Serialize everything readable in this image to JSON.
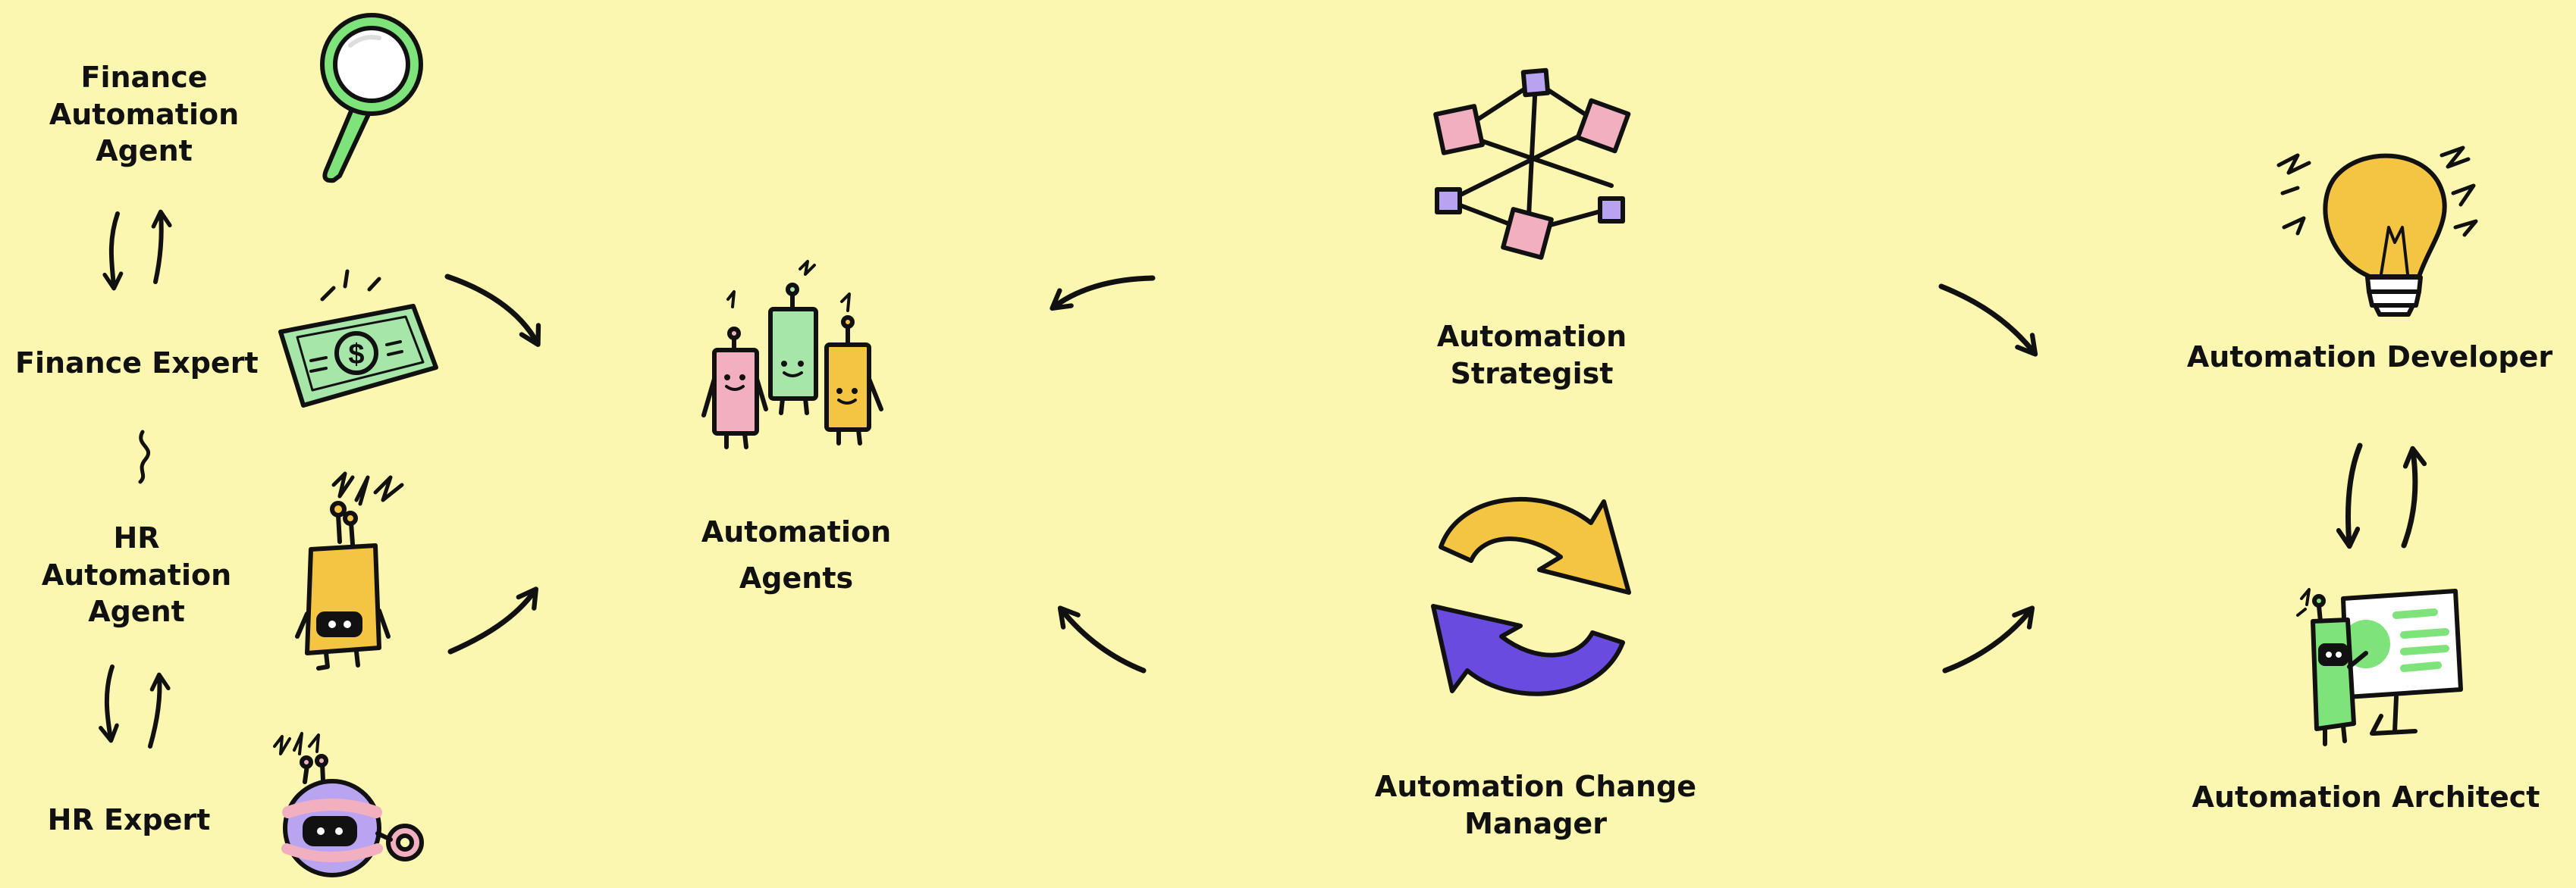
{
  "labels": {
    "finance_agent": [
      "Finance",
      "Automation",
      "Agent"
    ],
    "finance_expert": "Finance Expert",
    "hr_agent": [
      "HR",
      "Automation",
      "Agent"
    ],
    "hr_expert": "HR Expert",
    "automation_agents": [
      "Automation",
      "Agents"
    ],
    "strategist": [
      "Automation",
      "Strategist"
    ],
    "change_manager": [
      "Automation Change",
      "Manager"
    ],
    "developer": "Automation Developer",
    "architect": "Automation Architect"
  },
  "colors": {
    "background": "#FBF7B0",
    "ink": "#111111",
    "green": "#7EE37A",
    "mint": "#A6E6A8",
    "pink": "#F2AFC0",
    "yellow": "#F4C542",
    "purple": "#6A4BE0",
    "lavender": "#B9A4F2",
    "node_purple": "#B8A3F0"
  },
  "icons": [
    "magnifying-glass-icon",
    "money-bill-icon",
    "yellow-robot-icon",
    "round-robot-icon",
    "robot-trio-icon",
    "network-icon",
    "refresh-cycle-icon",
    "lightbulb-icon",
    "presenter-robot-icon"
  ]
}
